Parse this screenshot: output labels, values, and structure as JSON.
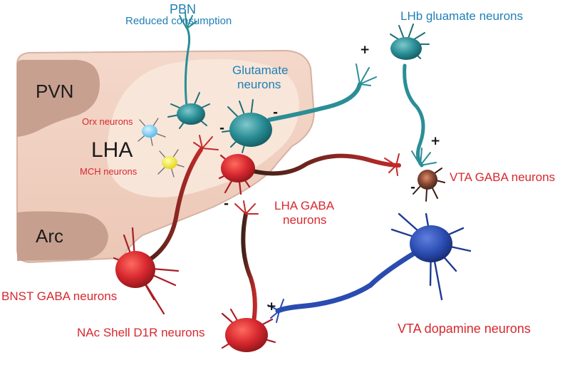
{
  "regions": {
    "pvn": "PVN",
    "lha": "LHA",
    "arc": "Arc"
  },
  "labels": {
    "pbn": "PBN",
    "pbn_sub": "Reduced consumption",
    "lhb": "LHb gluamate neurons",
    "glutamate": "Glutamate",
    "glutamate2": "neurons",
    "orx": "Orx neurons",
    "mch": "MCH neurons",
    "lha_gaba": "LHA GABA",
    "lha_gaba2": "neurons",
    "vta_gaba": "VTA GABA neurons",
    "bnst": "BNST GABA neurons",
    "nac": "NAc Shell D1R neurons",
    "vta_da": "VTA dopamine neurons"
  },
  "signs": {
    "plus_lhb_in": "+",
    "plus_vta_gaba_in": "+",
    "minus_glut": "-",
    "minus_glut_left": "-",
    "minus_vta_gaba": "-",
    "minus_lha_gaba": "-",
    "plus_nac": "+"
  },
  "colors": {
    "brain_region": "#f3d6c8",
    "lha_inner": "#f8e4d6",
    "nucleus": "#c99f8f",
    "teal": "#2a8e96",
    "red": "#d7282f",
    "blue": "#2a4bb0",
    "label_red": "#d7282f",
    "label_blue": "#1f7fb5"
  }
}
